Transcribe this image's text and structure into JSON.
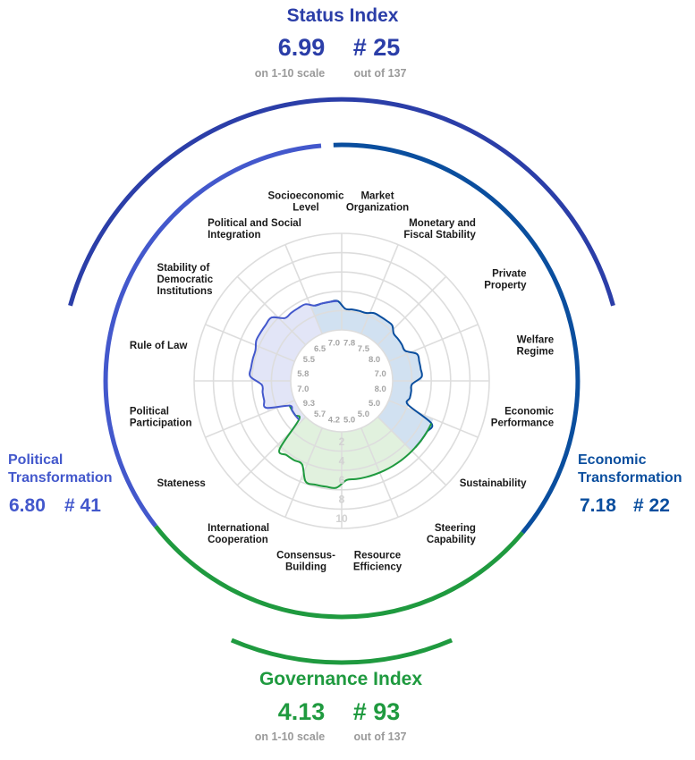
{
  "header": {
    "title": "Status Index",
    "score": "6.99",
    "rank": "# 25",
    "score_caption": "on 1-10 scale",
    "rank_caption": "out of 137"
  },
  "footer": {
    "title": "Governance Index",
    "score": "4.13",
    "rank": "# 93",
    "score_caption": "on 1-10 scale",
    "rank_caption": "out of 137"
  },
  "left_panel": {
    "title_line1": "Political",
    "title_line2": "Transformation",
    "score": "6.80",
    "rank": "# 41"
  },
  "right_panel": {
    "title_line1": "Economic",
    "title_line2": "Transformation",
    "score": "7.18",
    "rank": "# 22"
  },
  "colors": {
    "status": "#2b3ea8",
    "political": "#4358cc",
    "economic": "#0a4e9e",
    "governance": "#1f9a3f",
    "grid": "#dddddd",
    "political_fill": "#dde1f6",
    "economic_fill": "#c9dcee",
    "governance_fill": "#dcefd8"
  },
  "chart_data": {
    "type": "radar",
    "scale": [
      1,
      10
    ],
    "ring_labels": [
      "2",
      "4",
      "6",
      "8",
      "10"
    ],
    "criteria": [
      {
        "label": [
          "Market",
          "Organization"
        ],
        "value": 7.8,
        "group": "economic"
      },
      {
        "label": [
          "Monetary and",
          "Fiscal Stability"
        ],
        "value": 7.5,
        "group": "economic"
      },
      {
        "label": [
          "Private",
          "Property"
        ],
        "value": 8.0,
        "group": "economic"
      },
      {
        "label": [
          "Welfare",
          "Regime"
        ],
        "value": 7.0,
        "group": "economic"
      },
      {
        "label": [
          "Economic",
          "Performance"
        ],
        "value": 8.0,
        "group": "economic"
      },
      {
        "label": [
          "Sustainability"
        ],
        "value": 5.0,
        "group": "economic"
      },
      {
        "label": [
          "Steering",
          "Capability"
        ],
        "value": 5.0,
        "group": "governance"
      },
      {
        "label": [
          "Resource",
          "Efficiency"
        ],
        "value": 5.0,
        "group": "governance"
      },
      {
        "label": [
          "Consensus-",
          "Building"
        ],
        "value": 4.2,
        "group": "governance"
      },
      {
        "label": [
          "International",
          "Cooperation"
        ],
        "value": 5.7,
        "group": "governance"
      },
      {
        "label": [
          "Stateness"
        ],
        "value": 9.3,
        "group": "political"
      },
      {
        "label": [
          "Political",
          "Participation"
        ],
        "value": 7.0,
        "group": "political"
      },
      {
        "label": [
          "Rule of Law"
        ],
        "value": 5.8,
        "group": "political"
      },
      {
        "label": [
          "Stability of",
          "Democratic",
          "Institutions"
        ],
        "value": 5.5,
        "group": "political"
      },
      {
        "label": [
          "Political and Social",
          "Integration"
        ],
        "value": 6.5,
        "group": "political"
      },
      {
        "label": [
          "Socioeconomic",
          "Level"
        ],
        "value": 7.0,
        "group": "economic"
      }
    ]
  }
}
